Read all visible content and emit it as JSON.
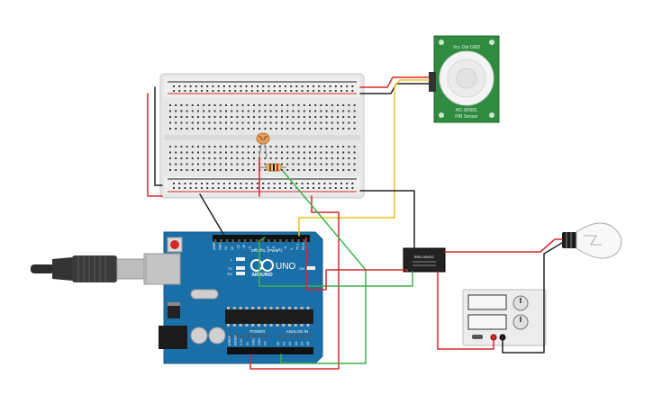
{
  "arduino": {
    "logo_text": "UNO",
    "brand_text": "ARDUINO",
    "digital_header": "DIGITAL (PWM~)",
    "power_header": "POWER",
    "analog_header": "ANALOG IN",
    "led_labels": [
      "L",
      "TX",
      "RX",
      "ON"
    ],
    "digital_pins": [
      "AREF",
      "GND",
      "13",
      "12",
      "~11",
      "~10",
      "~9",
      "8",
      "7",
      "~6",
      "~5",
      "4",
      "~3",
      "2",
      "TX 1",
      "RX 0"
    ],
    "power_pins": [
      "IOREF",
      "RESET",
      "3.3V",
      "5V",
      "GND",
      "GND",
      "Vin"
    ],
    "analog_pins": [
      "A0",
      "A1",
      "A2",
      "A3",
      "A4",
      "A5"
    ]
  },
  "pir_sensor": {
    "label_top": "Vcc Out GND",
    "label_mid": "HC-SR501",
    "label_bot": "PIR Sensor"
  },
  "relay": {
    "label": "SRD-05VDC"
  },
  "colors": {
    "board": "#1b6fa8",
    "breadboard": "#e9e9e9",
    "wire_red": "#d62828",
    "wire_black": "#222222",
    "wire_green": "#3db34a",
    "wire_yellow": "#f2c21b",
    "pcb_green": "#2f8b3f"
  }
}
